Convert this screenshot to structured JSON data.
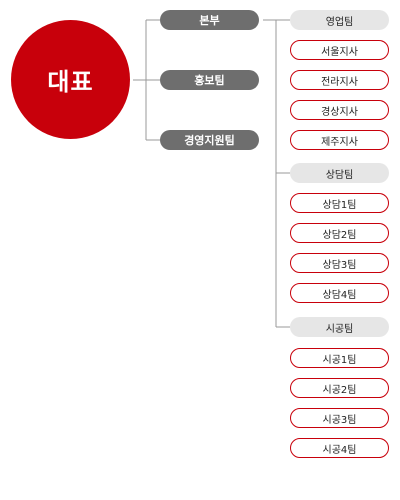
{
  "root": {
    "label": "대표"
  },
  "branches": [
    {
      "label": "본부"
    },
    {
      "label": "홍보팀"
    },
    {
      "label": "경영지원팀"
    }
  ],
  "teams": [
    {
      "label": "영업팀",
      "units": [
        "서울지사",
        "전라지사",
        "경상지사",
        "제주지사"
      ]
    },
    {
      "label": "상담팀",
      "units": [
        "상담1팀",
        "상담2팀",
        "상담3팀",
        "상담4팀"
      ]
    },
    {
      "label": "시공팀",
      "units": [
        "시공1팀",
        "시공2팀",
        "시공3팀",
        "시공4팀"
      ]
    }
  ],
  "colors": {
    "accent": "#c8000b",
    "branch": "#6e6e6e",
    "team": "#e6e6e6",
    "line": "#9a9a9a"
  }
}
